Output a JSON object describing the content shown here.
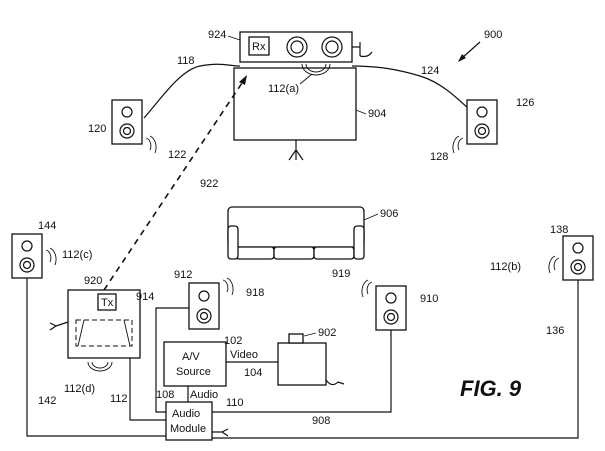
{
  "figure": {
    "title": "FIG. 9",
    "ref_system": "900"
  },
  "top": {
    "receiver_label": "Rx",
    "receiver_ref": "924",
    "screen_ref": "904",
    "speaker_signal_ref": "112(a)",
    "left_cable_ref": "118",
    "right_cable_ref": "124"
  },
  "speakers": {
    "front_left": {
      "ref": "120",
      "wave_ref": "122"
    },
    "front_right": {
      "ref": "126",
      "wave_ref": "128"
    },
    "rear_left": {
      "ref": "144",
      "wave_ref": "112(c)",
      "wire_ref": "142"
    },
    "rear_right": {
      "ref": "138",
      "wave_ref": "112(b)",
      "wire_ref": "136"
    },
    "center_left": {
      "ref": "914",
      "wave_ref": "918",
      "id_ref": "912"
    },
    "center_right": {
      "ref": "910",
      "wave_ref": "919"
    }
  },
  "wireless": {
    "link_ref": "922",
    "transmitter_label": "Tx",
    "transmitter_ref": "920",
    "transmitter_wave_ref": "112(d)"
  },
  "sofa_ref": "906",
  "av_source": {
    "line1": "A/V",
    "line2": "Source",
    "ref": "102",
    "video_label": "Video",
    "video_ref": "104",
    "display_ref": "902"
  },
  "audio_module": {
    "line1": "Audio",
    "line2": "Module",
    "ref": "110",
    "audio_label": "Audio",
    "audio_ref": "108",
    "wire_ref": "112",
    "bus_ref": "908"
  }
}
